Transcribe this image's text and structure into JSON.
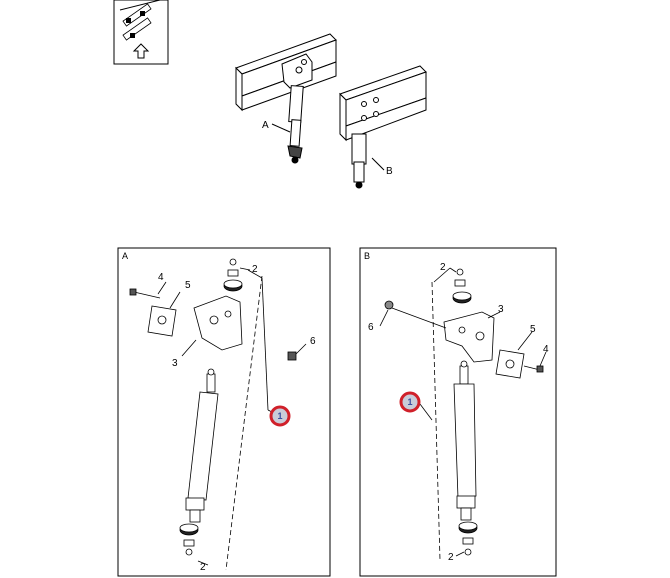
{
  "overview": {
    "label_a": "A",
    "label_b": "B"
  },
  "panel_a": {
    "tag": "A",
    "callouts": [
      "1",
      "2",
      "2",
      "3",
      "4",
      "5",
      "6"
    ]
  },
  "panel_b": {
    "tag": "B",
    "callouts": [
      "1",
      "2",
      "2",
      "3",
      "4",
      "5",
      "6"
    ]
  },
  "colors": {
    "highlight_ring": "#d0202a",
    "highlight_fill": "#c9ccd9",
    "line": "#000000"
  }
}
